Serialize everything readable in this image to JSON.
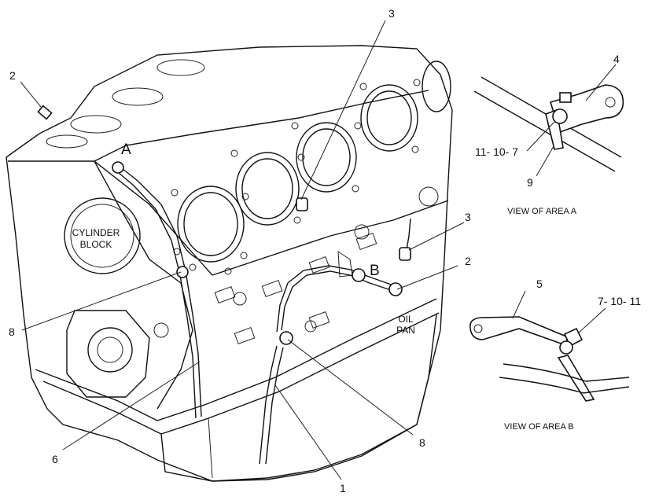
{
  "callouts": {
    "c2_top_left": "2",
    "c3_top": "3",
    "c4": "4",
    "c11_10_7": "11- 10- 7",
    "c9": "9",
    "c3_right": "3",
    "c2_right": "2",
    "c5": "5",
    "c7_10_11": "7- 10- 11",
    "c8_left": "8",
    "c6": "6",
    "c8_bottom": "8",
    "c1": "1"
  },
  "area_labels": {
    "a": "A",
    "b": "B"
  },
  "part_labels": {
    "cylinder_block_line1": "CYLINDER",
    "cylinder_block_line2": "BLOCK",
    "oil_pan_line1": "OIL",
    "oil_pan_line2": "PAN"
  },
  "captions": {
    "view_a": "VIEW OF AREA  A",
    "view_b": "VIEW OF AREA  B"
  }
}
